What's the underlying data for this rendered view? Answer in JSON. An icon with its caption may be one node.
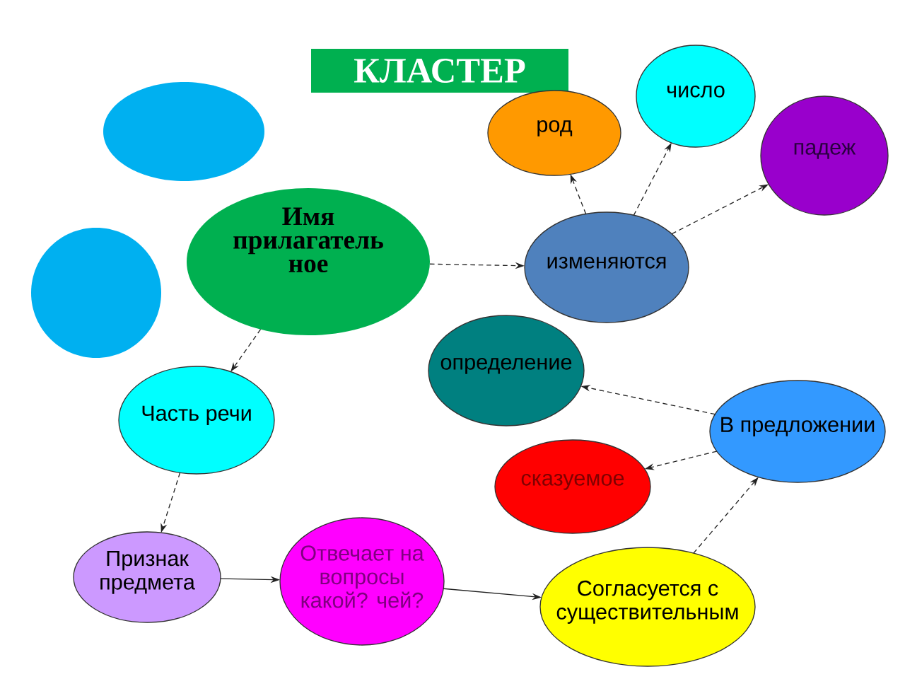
{
  "diagram": {
    "title": "КЛАСТЕР",
    "nodes": [
      {
        "text": [
          "Имя прилагатель ное"
        ]
      },
      {
        "text": [
          "изменяются"
        ]
      },
      {
        "text": [
          "род"
        ]
      },
      {
        "text": [
          "число"
        ]
      },
      {
        "text": [
          "падеж"
        ]
      },
      {
        "text": [
          "Часть речи"
        ]
      },
      {
        "text": [
          "Признак предмета"
        ]
      },
      {
        "text": [
          "Отвечает на вопросы какой? чей?"
        ]
      },
      {
        "text": [
          "Согласуется с существительным"
        ]
      },
      {
        "text": [
          "В предложении"
        ]
      },
      {
        "text": [
          "определение"
        ]
      },
      {
        "text": [
          "сказуемое"
        ]
      },
      {
        "text": [],
        "shape": "ellipse"
      },
      {
        "text": [],
        "shape": "circle"
      }
    ],
    "edges": [
      {
        "from": 0,
        "to": 1,
        "arrow": "to",
        "style": "dashed"
      },
      {
        "from": 1,
        "to": 2,
        "arrow": "to",
        "style": "dashed"
      },
      {
        "from": 1,
        "to": 3,
        "arrow": "to",
        "style": "dashed"
      },
      {
        "from": 1,
        "to": 4,
        "arrow": "to",
        "style": "dashed"
      },
      {
        "from": 0,
        "to": 5,
        "arrow": "to",
        "style": "dashed"
      },
      {
        "from": 5,
        "to": 6,
        "arrow": "to",
        "style": "dashed"
      },
      {
        "from": 6,
        "to": 7,
        "arrow": "to"
      },
      {
        "from": 7,
        "to": 8,
        "arrow": "to"
      },
      {
        "from": 8,
        "to": 9,
        "arrow": "to",
        "style": "dashed"
      },
      {
        "from": 9,
        "to": 10,
        "arrow": "to",
        "style": "dashed"
      },
      {
        "from": 9,
        "to": 11,
        "arrow": "to",
        "style": "dashed"
      }
    ]
  }
}
